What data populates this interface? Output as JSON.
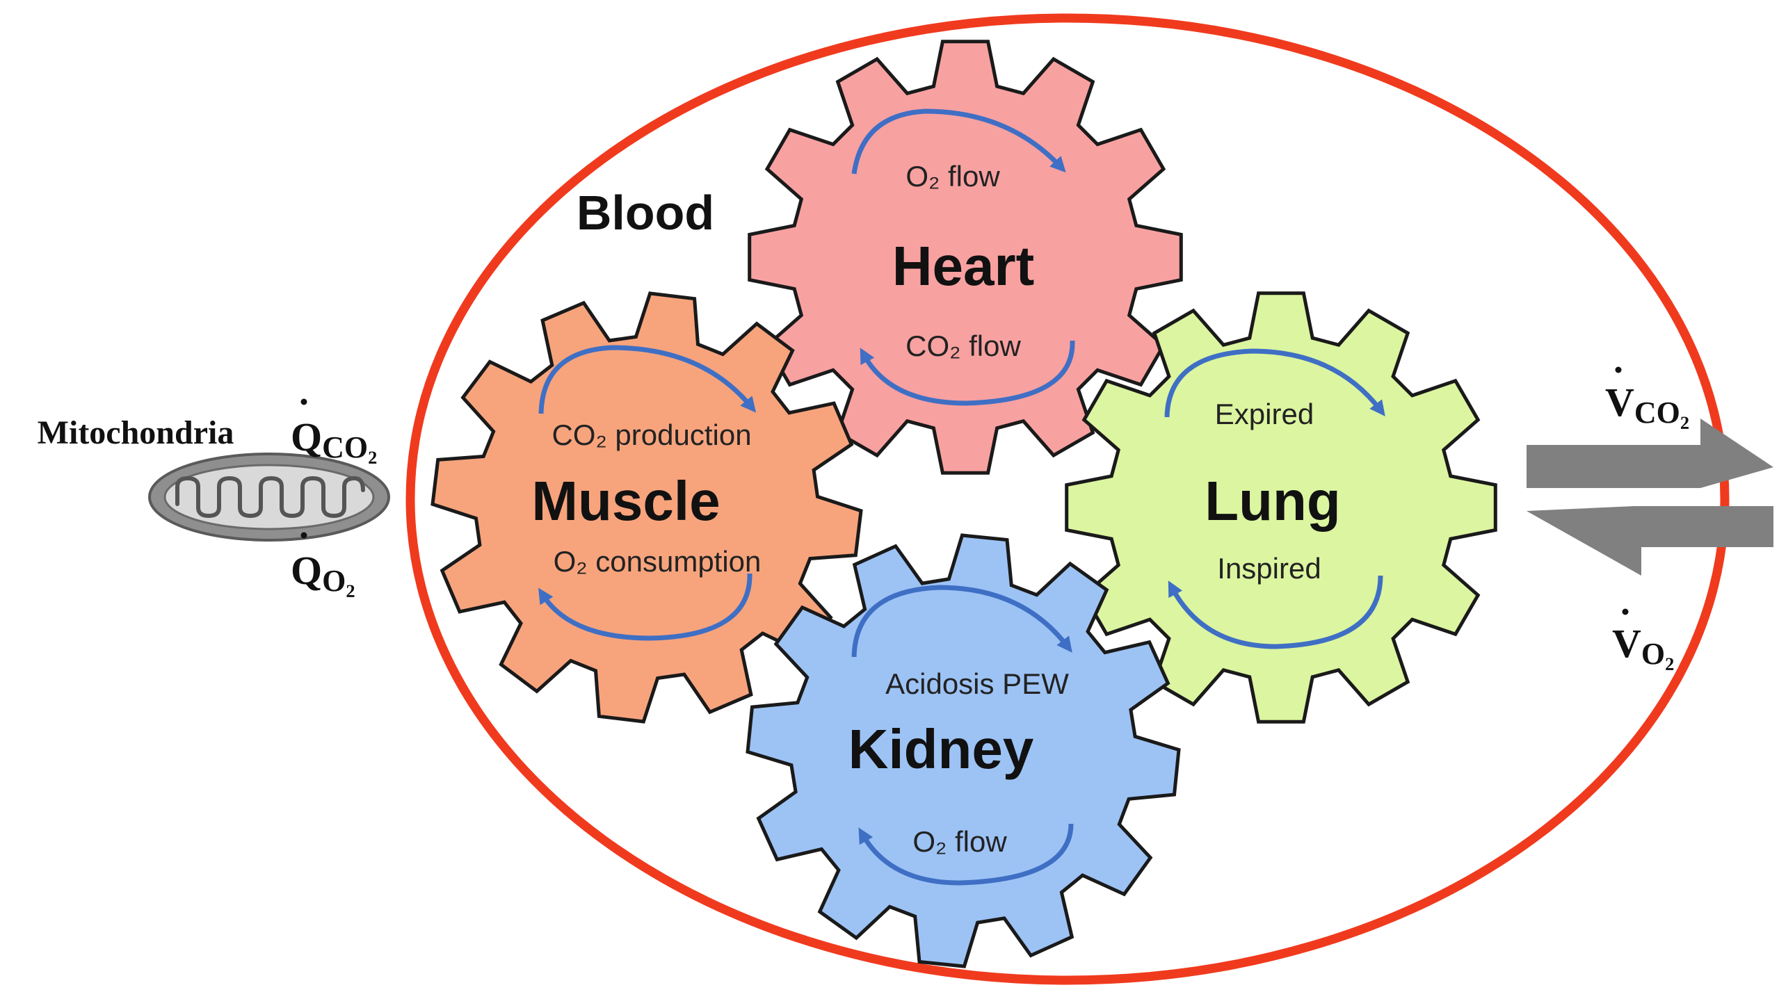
{
  "blood": {
    "label": "Blood"
  },
  "gears": {
    "heart": {
      "label": "Heart",
      "top_text": "O₂ flow",
      "bottom_text": "CO₂ flow",
      "color": "#f8a1a1"
    },
    "muscle": {
      "label": "Muscle",
      "top_text": "CO₂ production",
      "bottom_text": "O₂ consumption",
      "color": "#f7a47d"
    },
    "lung": {
      "label": "Lung",
      "top_text": "Expired",
      "bottom_text": "Inspired",
      "color": "#dcf5a0"
    },
    "kidney": {
      "label": "Kidney",
      "top_text": "Acidosis PEW",
      "bottom_text": "O₂ flow",
      "color": "#9dc3f5"
    }
  },
  "mitochondria": {
    "label": "Mitochondria",
    "q_co2": {
      "symbol": "Q",
      "sub": "CO₂"
    },
    "q_o2": {
      "symbol": "Q",
      "sub": "O₂"
    }
  },
  "exchange": {
    "v_co2": {
      "symbol": "V",
      "sub": "CO₂"
    },
    "v_o2": {
      "symbol": "V",
      "sub": "O₂"
    }
  },
  "colors": {
    "ellipse": "#f03a1e",
    "arrow_blue": "#3f6fc4",
    "exchange_arrows": "#808080",
    "gear_outline": "#1a1a1a"
  }
}
